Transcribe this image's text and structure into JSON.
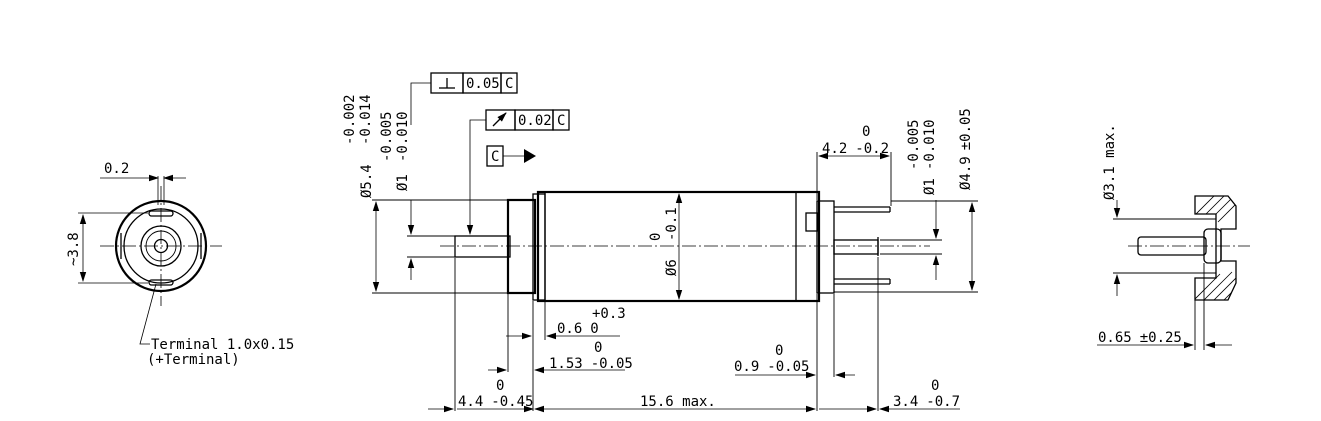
{
  "colors": {
    "ink": "#000000",
    "paper": "#ffffff"
  },
  "front_view": {
    "dim_slot_width": "0.2",
    "dim_terminal_distance": "~3.8",
    "terminal_label": "Terminal 1.0x0.15",
    "terminal_sub_label": "(+Terminal)"
  },
  "side_view": {
    "tol_perpendicularity": {
      "symbol": "⊥",
      "value": "0.05",
      "datum": "C"
    },
    "tol_runout": {
      "symbol": "↗",
      "value": "0.02",
      "datum": "C"
    },
    "datum_label": "C",
    "dia_54": {
      "nominal": "Ø5.4",
      "upper": "-0.002",
      "lower": "-0.014"
    },
    "dia_1_left": {
      "nominal": "Ø1",
      "upper": "-0.005",
      "lower": "-0.010"
    },
    "dia_6": {
      "nominal": "Ø6",
      "upper": "0",
      "lower": "-0.1"
    },
    "dia_1_right": {
      "nominal": "Ø1",
      "upper": "-0.005",
      "lower": "-0.010"
    },
    "dia_49": {
      "nominal": "Ø4.9",
      "tol": "±0.05"
    },
    "dim_42": {
      "nominal": "4.2",
      "upper": "0",
      "lower": "-0.2"
    },
    "dim_06": {
      "nominal": "0.6",
      "upper": "+0.3",
      "lower": "0"
    },
    "dim_153": {
      "nominal": "1.53",
      "upper": "0",
      "lower": "-0.05"
    },
    "dim_09": {
      "nominal": "0.9",
      "upper": "0",
      "lower": "-0.05"
    },
    "dim_44": {
      "nominal": "4.4",
      "upper": "0",
      "lower": "-0.45"
    },
    "dim_total": "15.6 max.",
    "dim_34": {
      "nominal": "3.4",
      "upper": "0",
      "lower": "-0.7"
    }
  },
  "detail_view": {
    "dia_31": "Ø3.1 max.",
    "dim_065": "0.65",
    "dim_065_tol": "±0.25"
  }
}
